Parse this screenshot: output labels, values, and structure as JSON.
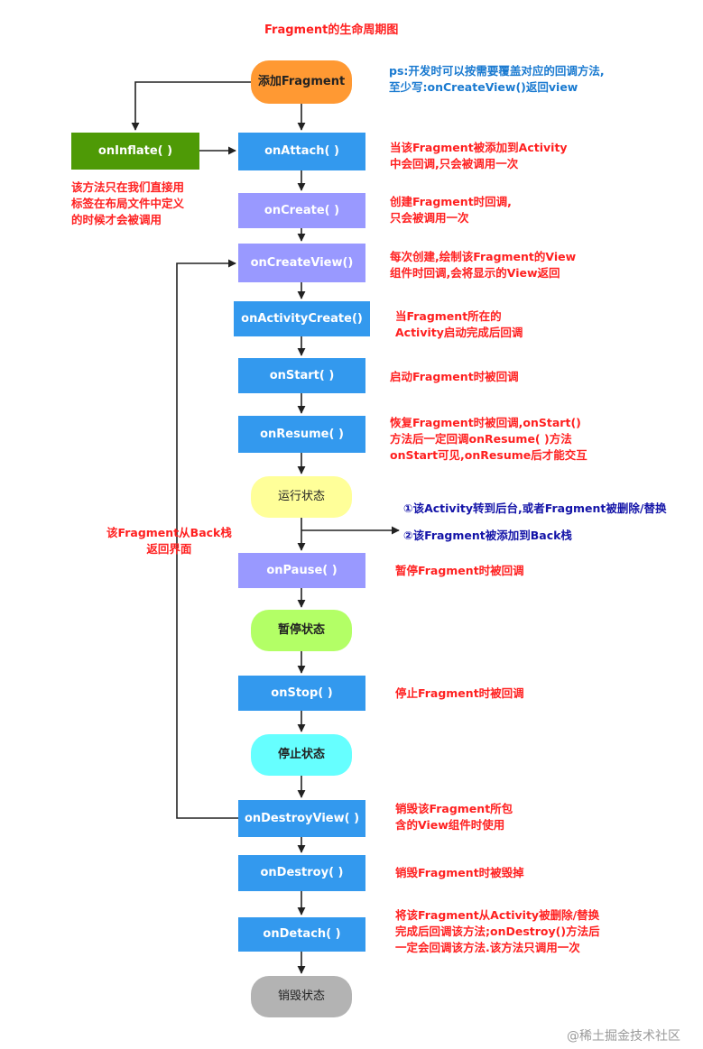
{
  "title": "Fragment的生命周期图",
  "watermark": "@稀土掘金技术社区",
  "colors": {
    "blue": "#3399ee",
    "purple": "#9999ff",
    "green": "#4e9a06",
    "orange": "#ff9933",
    "yellow": "#ffff99",
    "lime": "#b3ff66",
    "cyan": "#66ffff",
    "gray": "#b3b3b3",
    "note_red": "#ff2020",
    "note_blue": "#1a7ad0",
    "note_navy": "#1414a8"
  },
  "nodes": {
    "add_fragment": "添加Fragment",
    "on_inflate": "onInflate( )",
    "on_attach": "onAttach( )",
    "on_create": "onCreate( )",
    "on_create_view": "onCreateView()",
    "on_activity_create": "onActivityCreate()",
    "on_start": "onStart( )",
    "on_resume": "onResume( )",
    "running": "运行状态",
    "on_pause": "onPause( )",
    "paused": "暂停状态",
    "on_stop": "onStop( )",
    "stopped": "停止状态",
    "on_destroy_view": "onDestroyView( )",
    "on_destroy": "onDestroy( )",
    "on_detach": "onDetach( )",
    "destroyed": "销毁状态"
  },
  "notes": {
    "ps": "ps:开发时可以按需要覆盖对应的回调方法,\n至少写:onCreateView()返回view",
    "inflate": "该方法只在我们直接用\n标签在布局文件中定义\n的时候才会被调用",
    "attach": "当该Fragment被添加到Activity\n中会回调,只会被调用一次",
    "create": "创建Fragment时回调,\n只会被调用一次",
    "create_view": "每次创建,绘制该Fragment的View\n组件时回调,会将显示的View返回",
    "activity_create": "当Fragment所在的\nActivity启动完成后回调",
    "start": "启动Fragment时被回调",
    "resume": "恢复Fragment时被回调,onStart()\n方法后一定回调onResume( )方法\nonStart可见,onResume后才能交互",
    "branch_1": "①该Activity转到后台,或者Fragment被删除/替换",
    "branch_2": "②该Fragment被添加到Back栈",
    "back_stack": "该Fragment从Back栈\n返回界面",
    "pause": "暂停Fragment时被回调",
    "stop": "停止Fragment时被回调",
    "destroy_view": "销毁该Fragment所包\n含的View组件时使用",
    "destroy": "销毁Fragment时被毁掉",
    "detach": "将该Fragment从Activity被删除/替换\n完成后回调该方法;onDestroy()方法后\n一定会回调该方法.该方法只调用一次"
  }
}
